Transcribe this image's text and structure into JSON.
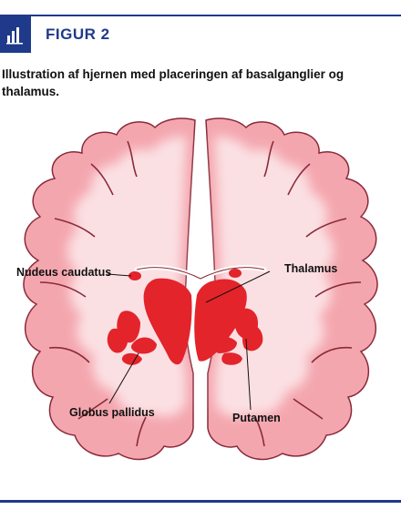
{
  "figure": {
    "label": "FIGUR 2",
    "icon": "bar-chart-icon",
    "caption": "Illustration af hjernen med placeringen af basalganglier og thalamus."
  },
  "colors": {
    "accent": "#1f3a8a",
    "cortex_outline": "#8a2a3a",
    "gray_matter": "#f4a6ae",
    "white_matter": "#fbe0e3",
    "nuclei_red": "#e3242b"
  },
  "labels": {
    "nucleus_caudatus": "Nudeus caudatus",
    "thalamus": "Thalamus",
    "globus_pallidus": "Globus pallidus",
    "putamen": "Putamen"
  }
}
